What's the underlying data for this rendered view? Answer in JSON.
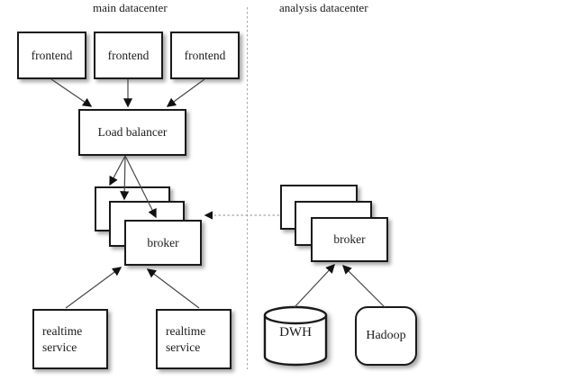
{
  "titles": {
    "main": "main datacenter",
    "analysis": "analysis datacenter"
  },
  "main_datacenter": {
    "frontends": [
      {
        "label": "frontend"
      },
      {
        "label": "frontend"
      },
      {
        "label": "frontend"
      }
    ],
    "load_balancer": {
      "label": "Load balancer"
    },
    "broker_cluster": {
      "label": "broker",
      "stack_count": 3
    },
    "realtime_services": [
      {
        "label": "realtime service"
      },
      {
        "label": "realtime service"
      }
    ]
  },
  "analysis_datacenter": {
    "broker_cluster": {
      "label": "broker",
      "stack_count": 3
    },
    "dwh": {
      "label": "DWH",
      "shape": "cylinder"
    },
    "hadoop": {
      "label": "Hadoop",
      "shape": "rounded-rect"
    }
  },
  "connections": [
    {
      "from": "frontend-1",
      "to": "load-balancer",
      "style": "solid"
    },
    {
      "from": "frontend-2",
      "to": "load-balancer",
      "style": "solid"
    },
    {
      "from": "frontend-3",
      "to": "load-balancer",
      "style": "solid"
    },
    {
      "from": "load-balancer",
      "to": "main-broker-back",
      "style": "solid"
    },
    {
      "from": "load-balancer",
      "to": "main-broker-middle",
      "style": "solid"
    },
    {
      "from": "load-balancer",
      "to": "main-broker-front",
      "style": "solid"
    },
    {
      "from": "realtime-service-1",
      "to": "main-broker",
      "style": "solid"
    },
    {
      "from": "realtime-service-2",
      "to": "main-broker",
      "style": "solid"
    },
    {
      "from": "analysis-broker",
      "to": "main-broker",
      "style": "dashed"
    },
    {
      "from": "dwh",
      "to": "analysis-broker",
      "style": "solid"
    },
    {
      "from": "hadoop",
      "to": "analysis-broker",
      "style": "solid"
    }
  ],
  "colors": {
    "box_border": "#1a1a1a",
    "box_fill": "#ffffff",
    "text": "#1b1b1b",
    "arrow": "#454545",
    "dotted_line": "#a8a8a8"
  }
}
